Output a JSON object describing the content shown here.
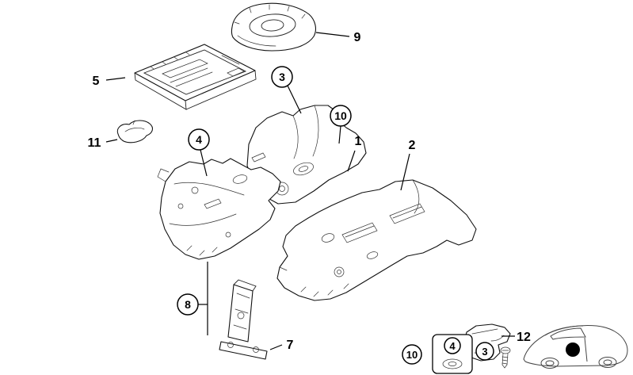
{
  "diagram": {
    "background": "#ffffff",
    "line_color": "#000000",
    "callouts": {
      "n1": "1",
      "n2": "2",
      "n3": "3",
      "n4": "4",
      "n5": "5",
      "n7": "7",
      "n8": "8",
      "n9": "9",
      "n10": "10",
      "n11": "11",
      "n12": "12"
    },
    "legend": {
      "item1": "10",
      "item2": "4",
      "item3": "3"
    }
  }
}
